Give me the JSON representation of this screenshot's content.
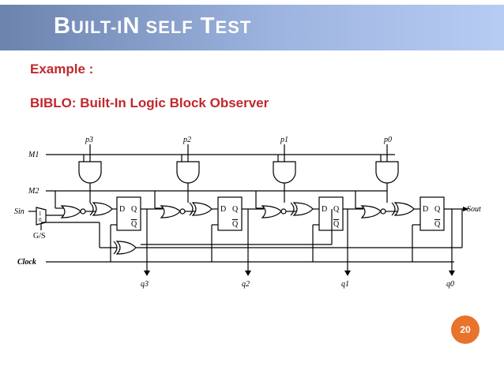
{
  "slide": {
    "title_parts": [
      "B",
      "UILT",
      "-I",
      "N",
      " S",
      "ELF",
      " T",
      "EST"
    ],
    "example_label": "Example :",
    "biblo_label": "BIBLO: Built-In Logic Block Observer",
    "page_number": "20"
  },
  "circuit": {
    "inputs_p": [
      "p3",
      "p2",
      "p1",
      "p0"
    ],
    "outputs_q": [
      "q3",
      "q2",
      "q1",
      "q0"
    ],
    "m1": "M1",
    "m2": "M2",
    "s_in": "Sin",
    "s_out": "Sout",
    "mux_labels": [
      "1",
      "0"
    ],
    "gs_label": "G/S",
    "clock": "Clock",
    "ff_d": "D",
    "ff_q": "Q",
    "ff_qbar": "Q"
  }
}
